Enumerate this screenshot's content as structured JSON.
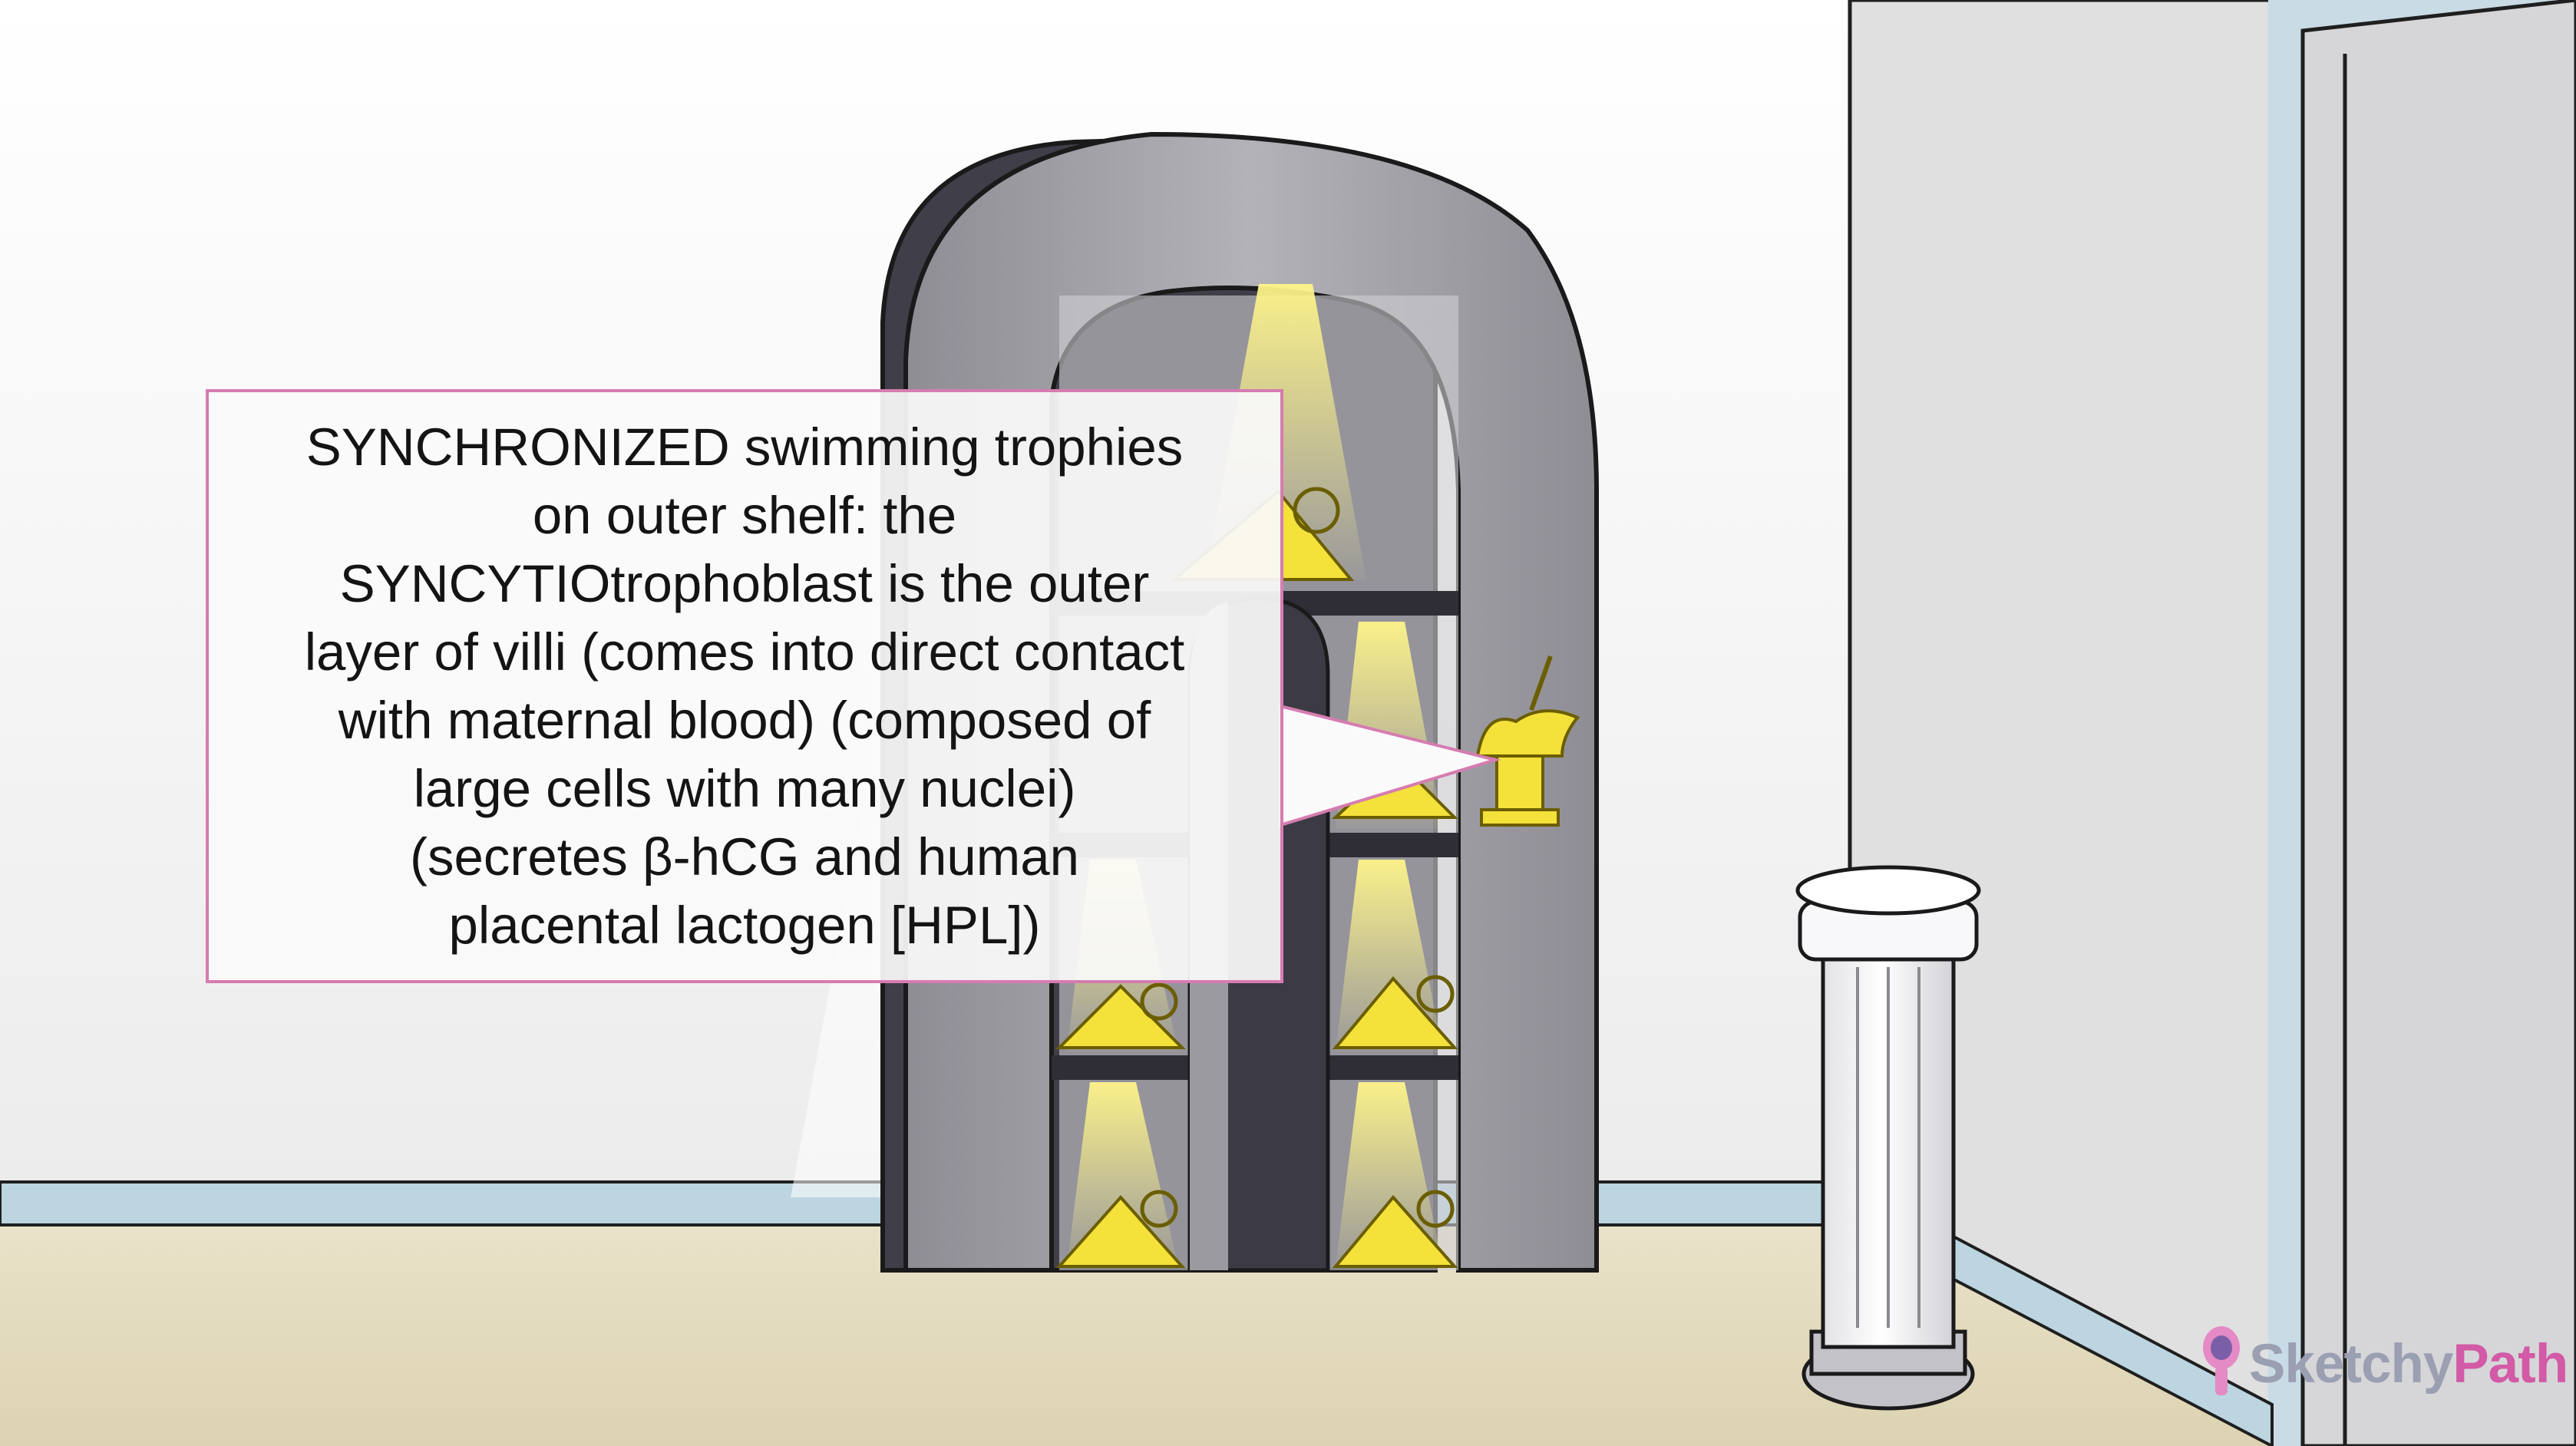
{
  "callout": {
    "text": "SYNCHRONIZED swimming trophies\non outer shelf: the\nSYNCYTIOtrophoblast is the outer\nlayer of villi (comes into direct contact\nwith maternal blood) (composed of\nlarge cells with many nuclei)\n(secretes β-hCG and human\nplacental lactogen [HPL])",
    "border_color": "#d67cb0"
  },
  "brand": {
    "part1": "Sketchy",
    "part2": "Path",
    "icon": "sketchy-pin-icon",
    "color1": "#9a9fb2",
    "color2": "#d25aa6"
  },
  "colors": {
    "wall": "#f2f2f2",
    "floor": "#e6dec3",
    "baseboard": "#bcd5e0",
    "cabinet": "#9c9ca1",
    "cabinet_dark": "#4a4850",
    "trophy": "#f4e13a"
  }
}
